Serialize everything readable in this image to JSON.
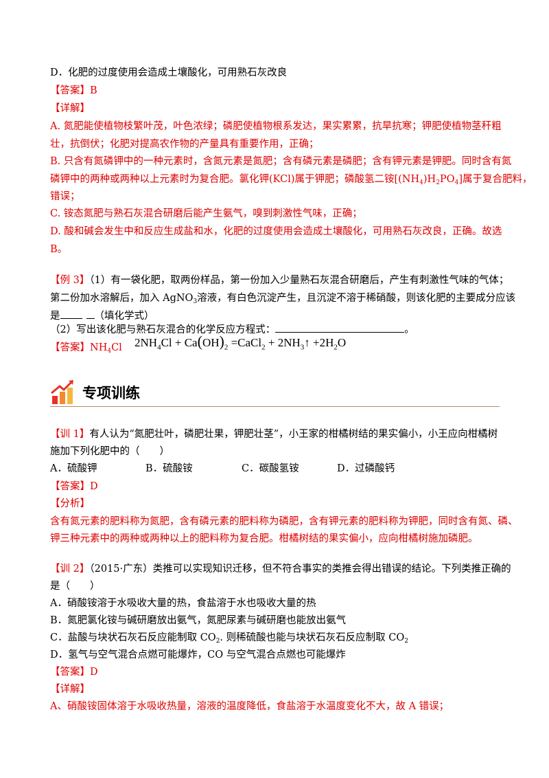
{
  "prev": {
    "optD": "D．化肥的过度使用会造成土壤酸化，可用熟石灰改良",
    "answer_tag": "【答案】",
    "answer": "B",
    "detail_tag": "【详解】",
    "detail": [
      "A. 氮肥能使植物枝繁叶茂，叶色浓绿；磷肥使植物根系发达，果实累累，抗旱抗寒；钾肥使植物茎秆粗",
      "壮，抗倒伏；化肥对提高农作物的产量具有重要作用，正确；",
      "B. 只含有氮磷钾中的一种元素时，含氮元素是氮肥；含有磷元素是磷肥；含有钾元素是钾肥。同时含有氮",
      "磷钾中的两种或两种以上元素时为复合肥。氯化钾(KCl)属于钾肥；磷酸氢二铵[(NH",
      "错误；",
      "C. 铵态氮肥与熟石灰混合研磨后能产生氨气，嗅到刺激性气味，正确；",
      "D. 酸和碱会发生中和反应生成盐和水，化肥的过度使用会造成土壤酸化，可用熟石灰改良，正确。故选",
      "B。"
    ],
    "detail_b2_mid": ")H",
    "detail_b2_po": "PO",
    "detail_b2_end": "]属于复合肥料，",
    "sub4": "4",
    "sub2": "2"
  },
  "ex3": {
    "tag": "【例 3】",
    "l1": "（1）有一袋化肥，取两份样品，第一份加入少量熟石灰混合研磨后，产生有刺激性气味的气体；",
    "l2a": "第二份加水溶解后，加入 AgNO",
    "l2sub": "3",
    "l2b": "溶液，有白色沉淀产生，且沉淀不溶于稀硝酸，则该化肥的主要成分应该",
    "l3a": "是",
    "l3b": "（填化学式）",
    "l4": "（2）写出该化肥与熟石灰混合的化学反应方程式：",
    "l4end": "。",
    "answer_tag": "【答案】",
    "answer_a": "NH",
    "answer_sub": "4",
    "answer_b": "Cl",
    "eq": {
      "p1": "2NH",
      "s1": "4",
      "p2": "Cl + Ca",
      "p3": "OH",
      "s2": "2",
      "p4": " =CaCl",
      "s3": "2",
      "p5": " + 2NH",
      "s4": "3",
      "p6": "↑ +2H",
      "s5": "2",
      "p7": "O"
    }
  },
  "section": {
    "title": "专项训练",
    "icon": "bar-chart-arrow-icon",
    "bar_colors": [
      "#e8312a",
      "#f28a2e",
      "#f6b73c"
    ]
  },
  "t1": {
    "tag": "【训 1】",
    "l1": "有人认为“氮肥壮叶，磷肥壮果，钾肥壮茎”，小王家的柑橘树结的果实偏小，小王应向柑橘树",
    "l2": "施加下列化肥中的（　　）",
    "options": [
      "A．硫酸钾",
      "B．硫酸铵",
      "C．碳酸氢铵",
      "D．过磷酸钙"
    ],
    "answer_tag": "【答案】",
    "answer": "D",
    "analysis_tag": "【分析】",
    "analysis": [
      "含有氮元素的肥料称为氮肥，含有磷元素的肥料称为磷肥，含有钾元素的肥料称为钾肥，同时含有氮、磷、",
      "钾三种元素中的两种或两种以上的肥料称为复合肥。柑橘树结的果实偏小，应向柑橘树施加磷肥。"
    ]
  },
  "t2": {
    "tag": "【训 2】",
    "l1": "（2015·广东）类推可以实现知识迁移，但不符合事实的类推会得出错误的结论。下列类推正确的",
    "l2": "是（　　）",
    "optA": "A．硝酸铵溶于水吸收大量的热，食盐溶于水也吸收大量的热",
    "optB": "B．氮肥氯化铵与碱研磨放出氨气，氮肥尿素与碱研磨也能放出氨气",
    "optC1": "C．盐酸与块状石灰石反应能制取 CO",
    "optC2": ". 则稀硫酸也能与块状石灰石反应制取 CO",
    "optD": "D．氢气与空气混合点燃可能爆炸，CO 与空气混合点燃也可能爆炸",
    "answer_tag": "【答案】",
    "answer": "D",
    "detail_tag": "【详解】",
    "detail": "A、硝酸铵固体溶于水吸收热量，溶液的温度降低，食盐溶于水温度变化不大，故 A 错误；"
  }
}
